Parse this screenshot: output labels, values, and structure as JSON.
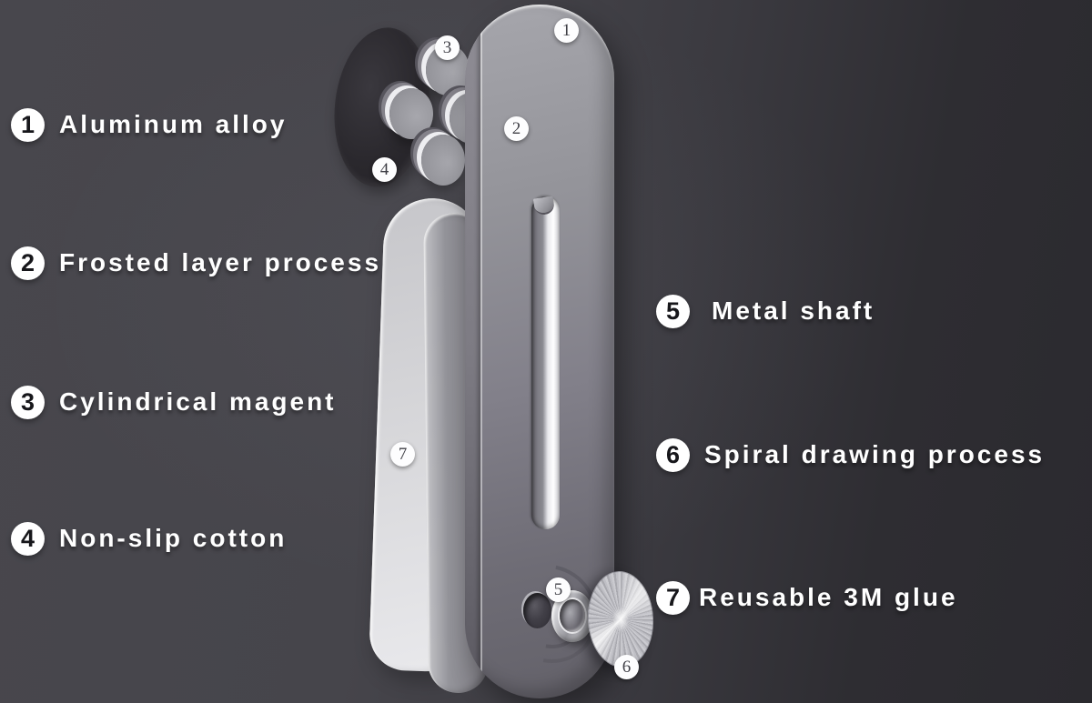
{
  "callouts": {
    "left": [
      {
        "num": "1",
        "label": "Aluminum alloy"
      },
      {
        "num": "2",
        "label": "Frosted layer process"
      },
      {
        "num": "3",
        "label": "Cylindrical magent"
      },
      {
        "num": "4",
        "label": "Non-slip cotton"
      }
    ],
    "right": [
      {
        "num": "5",
        "label": "Metal shaft"
      },
      {
        "num": "6",
        "label": "Spiral drawing process"
      },
      {
        "num": "7",
        "label": "Reusable 3M glue"
      }
    ]
  },
  "part_markers": [
    {
      "num": "1"
    },
    {
      "num": "2"
    },
    {
      "num": "3"
    },
    {
      "num": "4"
    },
    {
      "num": "5"
    },
    {
      "num": "6"
    },
    {
      "num": "7"
    }
  ],
  "colors": {
    "background_left": "#47464c",
    "background_right": "#2b2a2f",
    "label_text": "#ffffff",
    "badge_background": "#ffffff",
    "badge_number": "#17171b",
    "body_metal": "#8d8d93",
    "frosted_pad": "#dcdcdf",
    "cotton_disc": "#2a282d"
  }
}
